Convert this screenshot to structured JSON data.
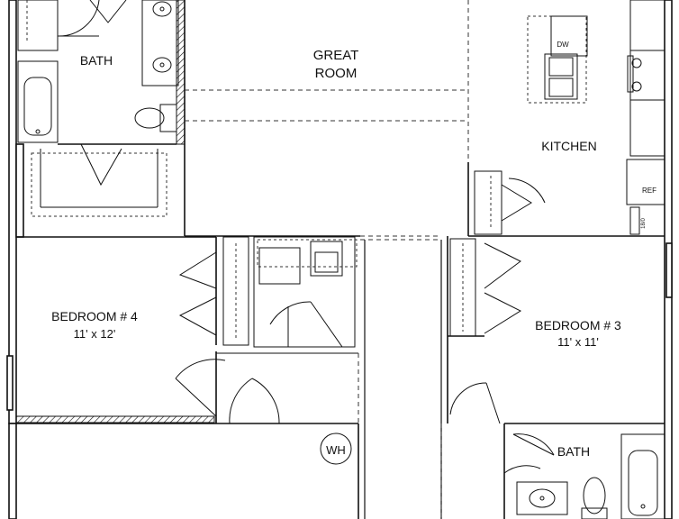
{
  "rooms": {
    "bath_top": {
      "name": "BATH"
    },
    "great_room": {
      "line1": "GREAT",
      "line2": "ROOM"
    },
    "kitchen": {
      "name": "KITCHEN"
    },
    "bedroom4": {
      "name": "BEDROOM # 4",
      "size": "11' x 12'"
    },
    "bedroom3": {
      "name": "BEDROOM # 3",
      "size": "11' x 11'"
    },
    "bath_bottom": {
      "name": "BATH"
    }
  },
  "fixtures": {
    "dishwasher": "DW",
    "refrigerator": "REF",
    "water_heater": "WH",
    "small_label": "18/0"
  }
}
